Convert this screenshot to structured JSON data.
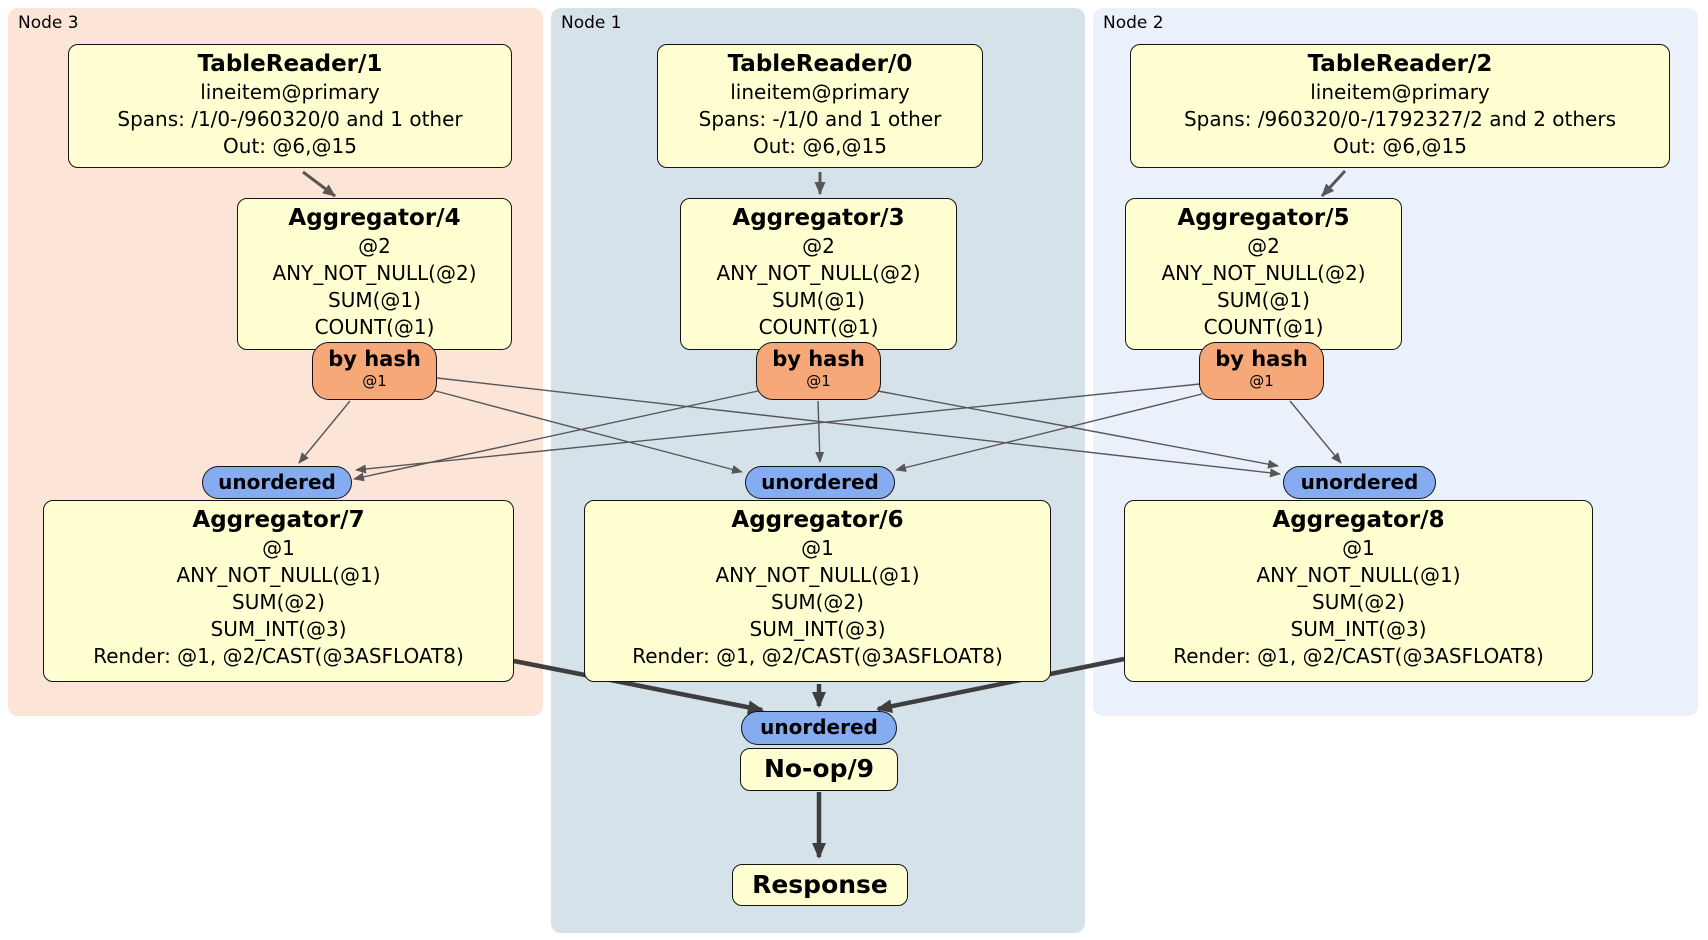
{
  "regions": [
    {
      "id": "node3",
      "label": "Node 3"
    },
    {
      "id": "node1",
      "label": "Node 1"
    },
    {
      "id": "node2",
      "label": "Node 2"
    }
  ],
  "processors": {
    "tablereader1": {
      "title": "TableReader/1",
      "lines": [
        "lineitem@primary",
        "Spans: /1/0-/960320/0 and 1 other",
        "Out: @6,@15"
      ]
    },
    "tablereader0": {
      "title": "TableReader/0",
      "lines": [
        "lineitem@primary",
        "Spans: -/1/0 and 1 other",
        "Out: @6,@15"
      ]
    },
    "tablereader2": {
      "title": "TableReader/2",
      "lines": [
        "lineitem@primary",
        "Spans: /960320/0-/1792327/2 and 2 others",
        "Out: @6,@15"
      ]
    },
    "aggregator4": {
      "title": "Aggregator/4",
      "lines": [
        "@2",
        "ANY_NOT_NULL(@2)",
        "SUM(@1)",
        "COUNT(@1)"
      ]
    },
    "aggregator3": {
      "title": "Aggregator/3",
      "lines": [
        "@2",
        "ANY_NOT_NULL(@2)",
        "SUM(@1)",
        "COUNT(@1)"
      ]
    },
    "aggregator5": {
      "title": "Aggregator/5",
      "lines": [
        "@2",
        "ANY_NOT_NULL(@2)",
        "SUM(@1)",
        "COUNT(@1)"
      ]
    },
    "aggregator7": {
      "title": "Aggregator/7",
      "lines": [
        "@1",
        "ANY_NOT_NULL(@1)",
        "SUM(@2)",
        "SUM_INT(@3)",
        "Render: @1, @2/CAST(@3ASFLOAT8)"
      ]
    },
    "aggregator6": {
      "title": "Aggregator/6",
      "lines": [
        "@1",
        "ANY_NOT_NULL(@1)",
        "SUM(@2)",
        "SUM_INT(@3)",
        "Render: @1, @2/CAST(@3ASFLOAT8)"
      ]
    },
    "aggregator8": {
      "title": "Aggregator/8",
      "lines": [
        "@1",
        "ANY_NOT_NULL(@1)",
        "SUM(@2)",
        "SUM_INT(@3)",
        "Render: @1, @2/CAST(@3ASFLOAT8)"
      ]
    },
    "noop": {
      "title": "No-op/9"
    },
    "response": {
      "title": "Response"
    }
  },
  "routers": {
    "hash4": {
      "label": "by hash",
      "key": "@1"
    },
    "hash3": {
      "label": "by hash",
      "key": "@1"
    },
    "hash5": {
      "label": "by hash",
      "key": "@1"
    }
  },
  "synchronizers": {
    "sync7": {
      "label": "unordered"
    },
    "sync6": {
      "label": "unordered"
    },
    "sync8": {
      "label": "unordered"
    },
    "syncFinal": {
      "label": "unordered"
    }
  },
  "colors": {
    "region_node3": "#fce4d6",
    "region_node1": "#d6e2ea",
    "region_node2": "#ebf1fb",
    "processor_fill": "#ffffd2",
    "router_fill": "#f6a878",
    "synchronizer_fill": "#85abf0",
    "edge": "#575757"
  }
}
